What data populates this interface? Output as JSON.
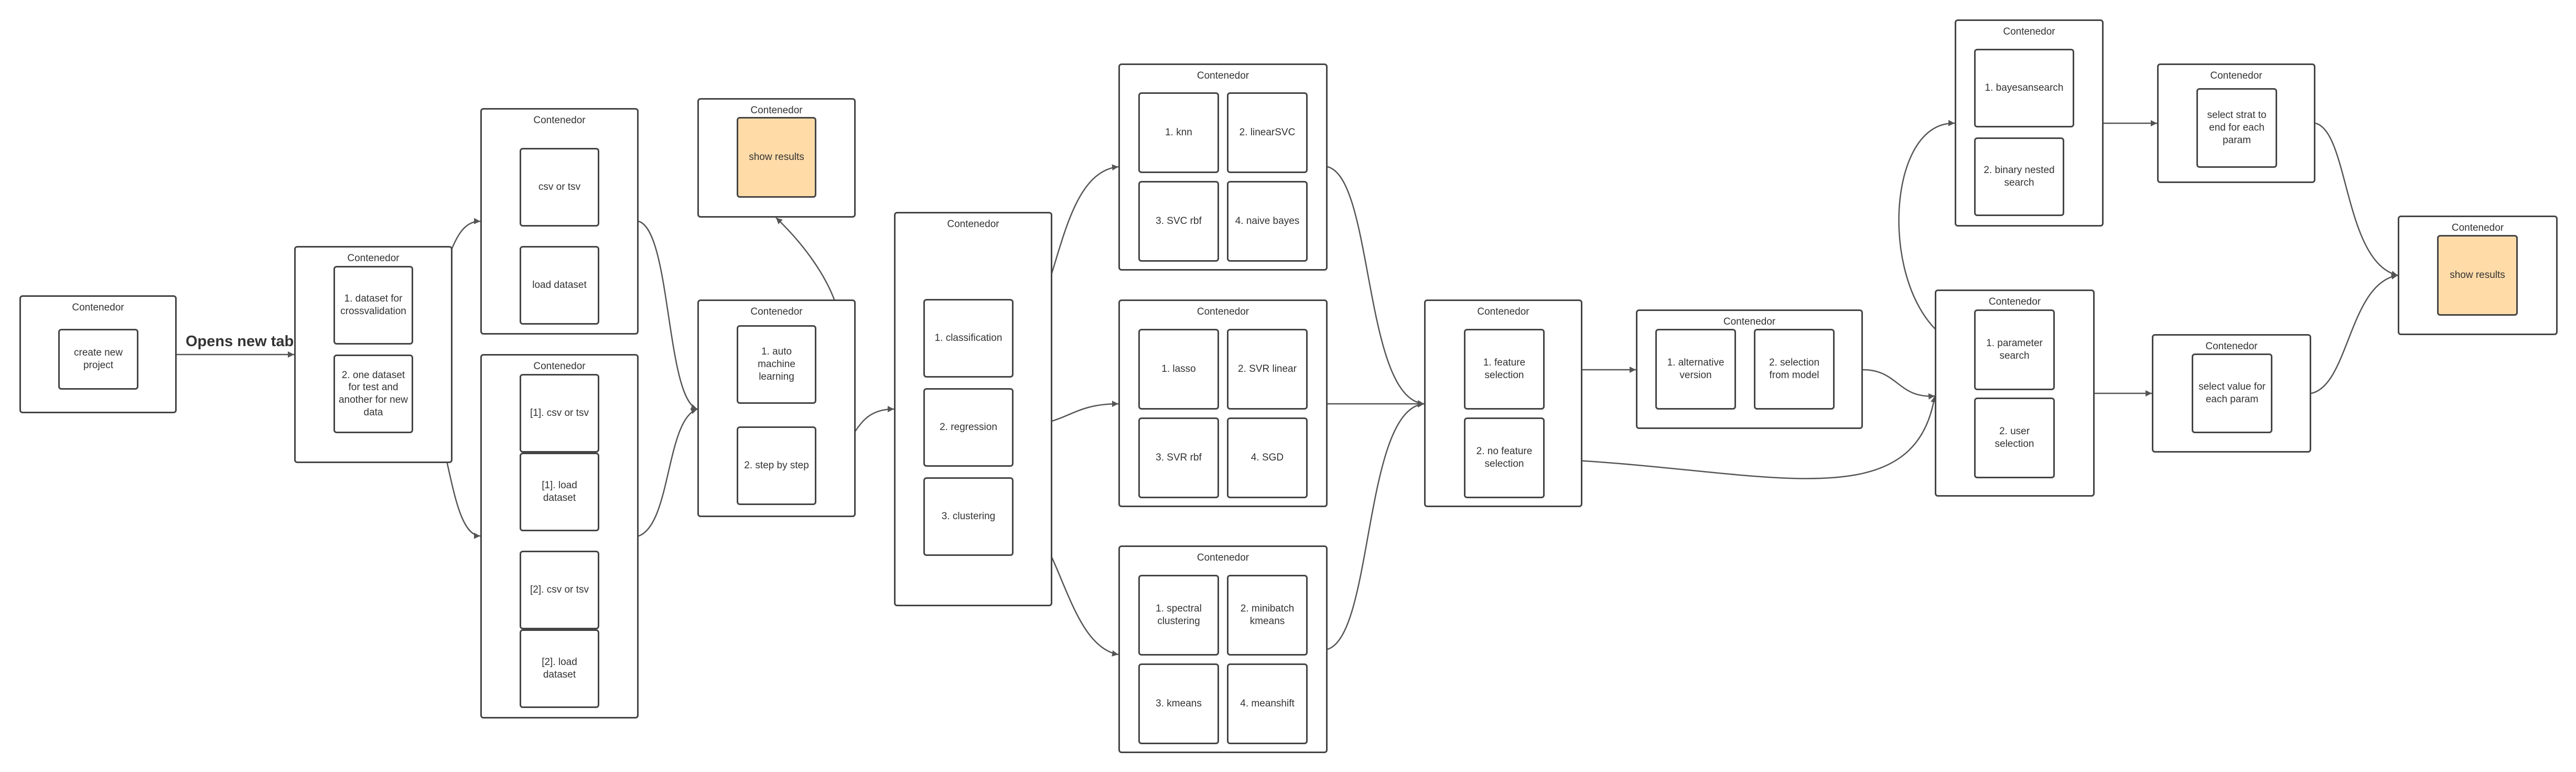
{
  "container_title": "Contenedor",
  "edge_label": "Opens new tab",
  "nodes": {
    "create_new_project": "create new project",
    "dataset_crossvalidation": "1. dataset for crossvalidation",
    "one_dataset_test": "2. one dataset for test and another for new data",
    "csv_or_tsv": "csv or tsv",
    "load_dataset": "load dataset",
    "csv_or_tsv_1": "[1]. csv or tsv",
    "load_dataset_1": "[1]. load dataset",
    "csv_or_tsv_2": "[2]. csv or tsv",
    "load_dataset_2": "[2]. load dataset",
    "show_results_1": "show results",
    "auto_ml": "1. auto machine learning",
    "step_by_step": "2. step by step",
    "classification": "1. classification",
    "regression": "2. regression",
    "clustering": "3. clustering",
    "knn": "1. knn",
    "linearsvc": "2. linearSVC",
    "svc_rbf": "3. SVC rbf",
    "naive_bayes": "4. naive bayes",
    "lasso": "1. lasso",
    "svr_linear": "2. SVR linear",
    "svr_rbf": "3. SVR rbf",
    "sgd": "4. SGD",
    "spectral": "1. spectral clustering",
    "minibatch": "2. minibatch kmeans",
    "kmeans": "3. kmeans",
    "meanshift": "4. meanshift",
    "feature_selection": "1. feature selection",
    "no_feature_selection": "2. no feature selection",
    "alt_version": "1. alternative version",
    "selection_from_model": "2. selection from model",
    "parameter_search": "1. parameter search",
    "user_selection": "2. user selection",
    "bayesansearch": "1. bayesansearch",
    "binary_nested": "2. binary nested search",
    "select_strat": "select strat to end for each param",
    "select_value": "select value for each param",
    "show_results_2": "show results"
  },
  "colors": {
    "highlight": "#ffdba8",
    "stroke": "#444444"
  }
}
